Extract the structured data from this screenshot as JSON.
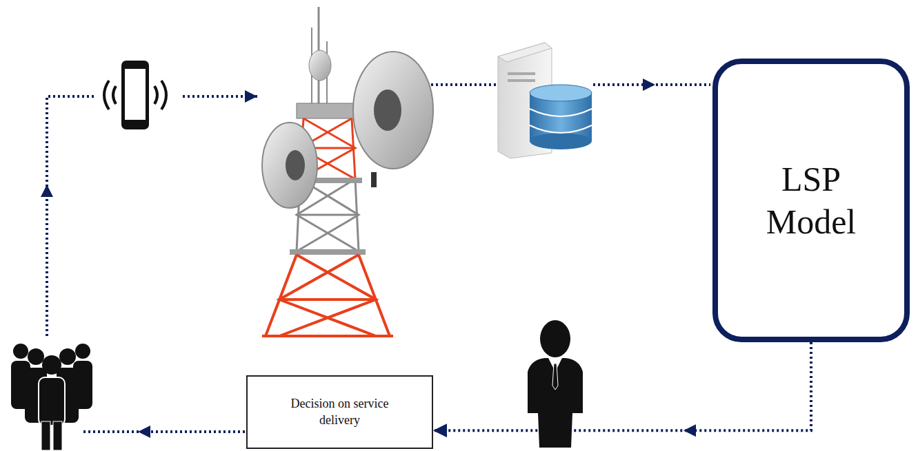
{
  "diagram": {
    "nodes": [
      {
        "text": [
          "LSP Model"
        ]
      },
      {
        "text": [
          "Decision on service delivery"
        ]
      }
    ],
    "edges": [
      {
        "from": 0,
        "to": 1,
        "arrow": "to"
      }
    ]
  }
}
